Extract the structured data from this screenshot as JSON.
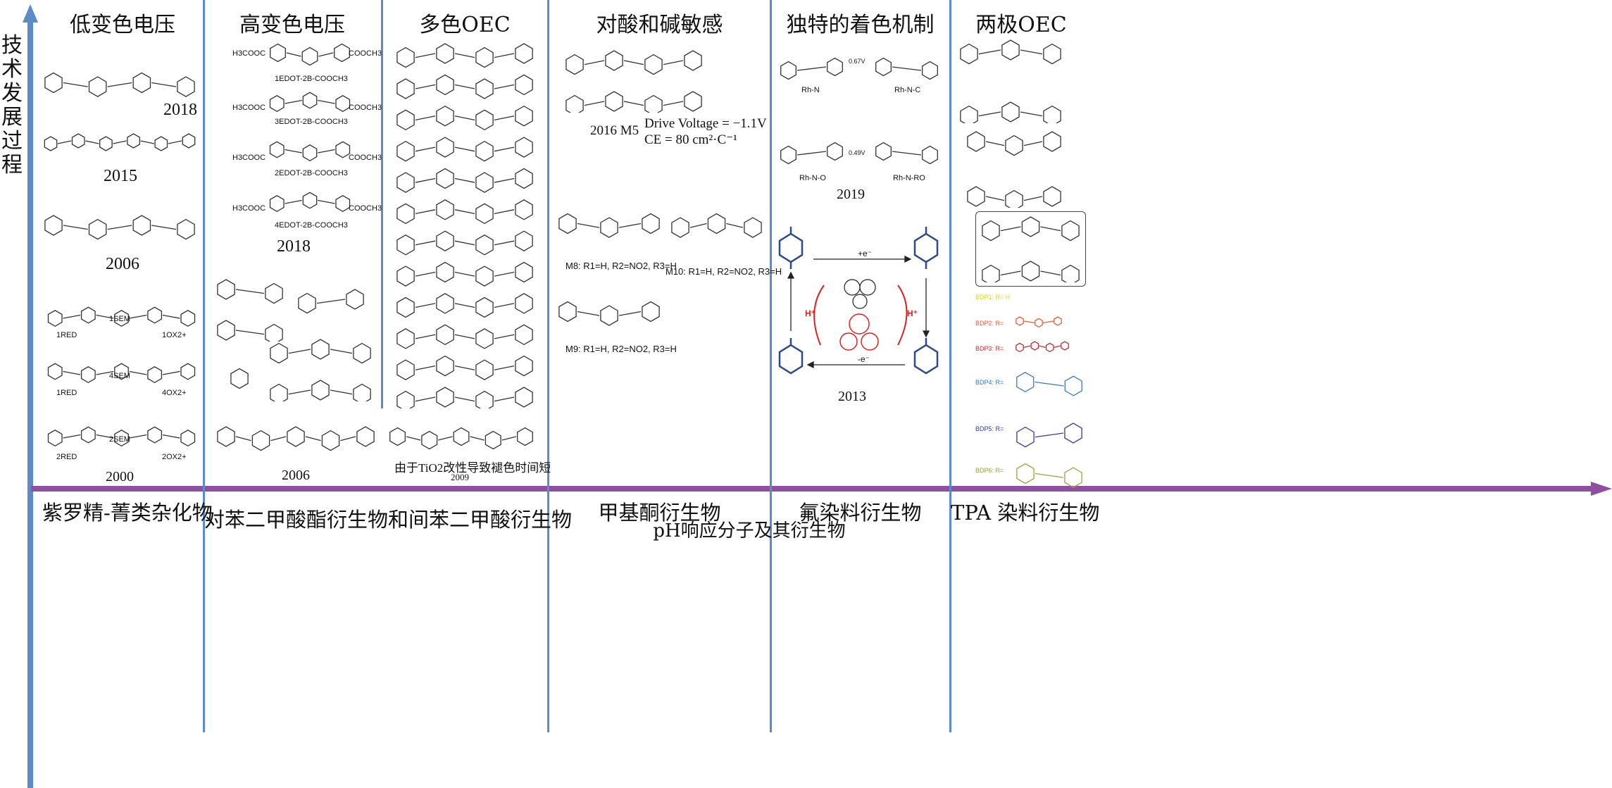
{
  "axis": {
    "vertical_label": "技术发展过程"
  },
  "columns": [
    {
      "header": "低变色电压",
      "footer": "紫罗精-菁类杂化物",
      "years": [
        "2018",
        "2015",
        "2006",
        "2000"
      ],
      "captions": [
        "1RED",
        "1SEM",
        "1OX2+",
        "1RED",
        "4SEM",
        "4OX2+",
        "2RED",
        "2SEM",
        "2OX2+"
      ]
    },
    {
      "header": "高变色电压",
      "footer": "对苯二甲酸酯衍生物和间苯二甲酸衍生物",
      "years": [
        "2018",
        "2006"
      ],
      "captions": [
        "1EDOT-2B-COOCH3",
        "3EDOT-2B-COOCH3",
        "2EDOT-2B-COOCH3",
        "4EDOT-2B-COOCH3"
      ],
      "groups": [
        "H3COOC",
        "COOCH3"
      ]
    },
    {
      "header": "多色OEC",
      "note": "由于TiO2改性导致褪色时间短",
      "year": "2009"
    },
    {
      "header": "对酸和碱敏感",
      "footer": "甲基酮衍生物",
      "year_label": "2016   M5",
      "drive_voltage": "Drive Voltage = −1.1V",
      "ce": "CE = 80 cm²·C⁻¹",
      "captions": [
        "M8: R1=H, R2=NO2, R3=H",
        "M10: R1=H, R2=NO2, R3=H",
        "M9: R1=H, R2=NO2, R3=H"
      ]
    },
    {
      "header": "独特的着色机制",
      "footer": "氟染料衍生物",
      "years": [
        "2019",
        "2013"
      ],
      "captions": [
        "Rh-N",
        "Rh-N-C",
        "Rh-N-O",
        "Rh-N-RO"
      ],
      "potentials": [
        "0.67V",
        "0.49V"
      ],
      "reactions": [
        "+e⁻",
        "-e⁻",
        "H⁺",
        "H⁺"
      ]
    },
    {
      "header": "两极OEC",
      "footer": "TPA 染料衍生物",
      "bdp": [
        "BDP1:   R= H",
        "BDP2:   R=",
        "BDP3:   R=",
        "BDP4:   R=",
        "BDP5:   R=",
        "BDP6:   R="
      ]
    }
  ],
  "shared_footer": "pH响应分子及其衍生物",
  "colors": {
    "axis_blue": "#5b8cc9",
    "timeline_purple": "#8e4fa0",
    "quinone_blue": "#2c4a86",
    "acid_red": "#e02020",
    "bdp": [
      "#d6d62a",
      "#e2603a",
      "#c0303a",
      "#3a78c0",
      "#3a3a9a",
      "#a0a040"
    ]
  }
}
